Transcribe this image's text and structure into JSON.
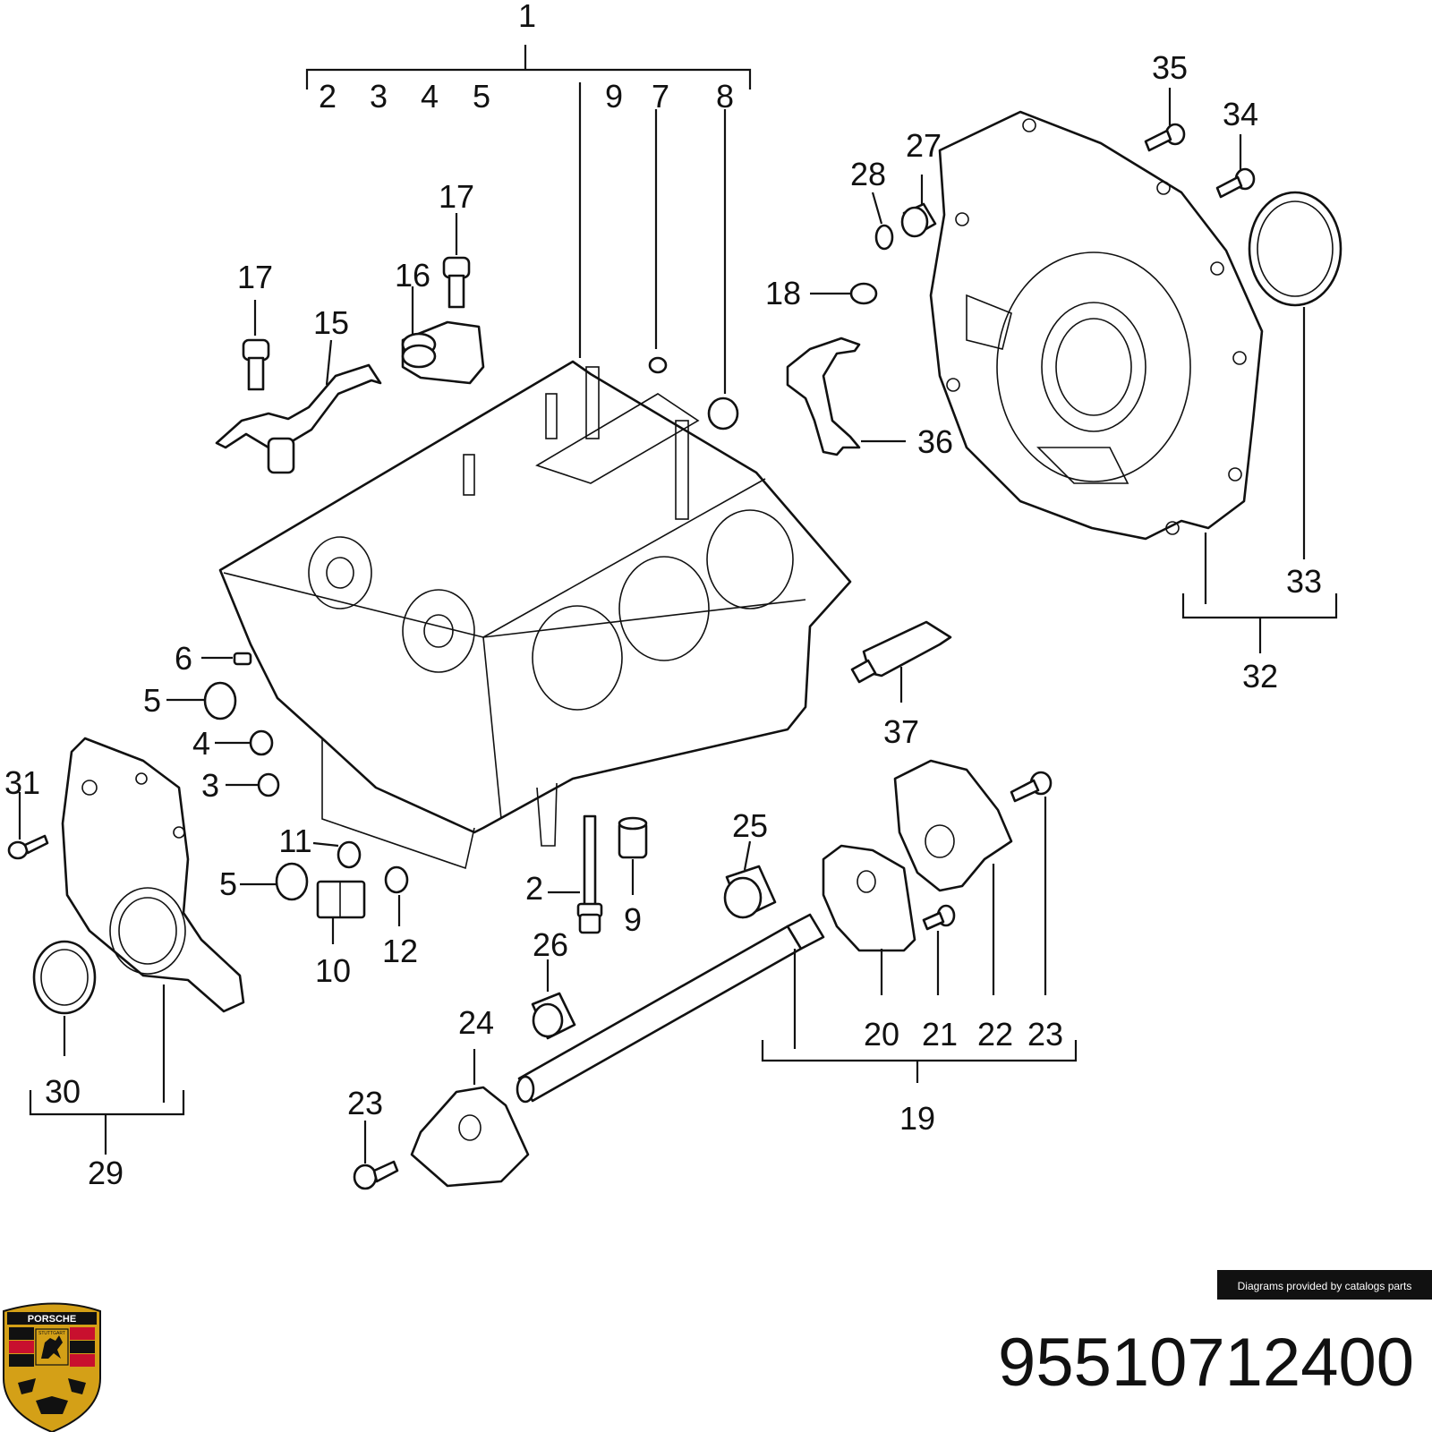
{
  "callouts": {
    "c1": "1",
    "c2a": "2",
    "c3a": "3",
    "c4a": "4",
    "c5a": "5",
    "c9a": "9",
    "c7": "7",
    "c8": "8",
    "c17a": "17",
    "c17b": "17",
    "c16": "16",
    "c15": "15",
    "c6": "6",
    "c5b": "5",
    "c4b": "4",
    "c3b": "3",
    "c5c": "5",
    "c11": "11",
    "c12": "12",
    "c10": "10",
    "c31": "31",
    "c30": "30",
    "c29": "29",
    "c2b": "2",
    "c9b": "9",
    "c26": "26",
    "c24": "24",
    "c23a": "23",
    "c25": "25",
    "c20": "20",
    "c21": "21",
    "c22": "22",
    "c23b": "23",
    "c19": "19",
    "c35": "35",
    "c34": "34",
    "c27": "27",
    "c28": "28",
    "c18": "18",
    "c36": "36",
    "c33": "33",
    "c32": "32",
    "c37": "37"
  },
  "credit": "Diagrams provided by catalogs parts",
  "part_number": "95510712400",
  "logo": {
    "icon": "porsche-crest-icon",
    "text": "PORSCHE",
    "sub": "STUTTGART",
    "colors": {
      "red": "#c8102e",
      "gold": "#d4a017",
      "black": "#111111"
    }
  }
}
